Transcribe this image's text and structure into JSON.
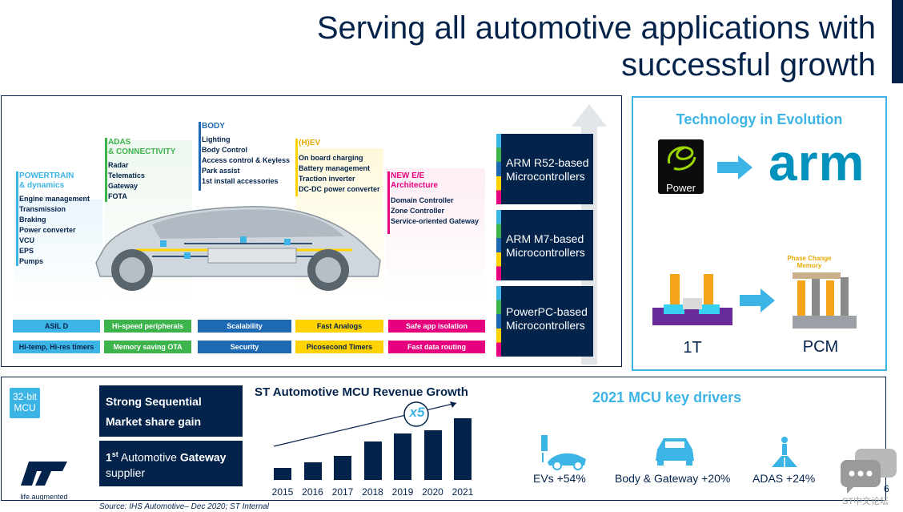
{
  "title": {
    "line1": "Serving all automotive applications with",
    "line2": "successful growth"
  },
  "columns": {
    "powertrain": {
      "head1": "POWERTRAIN",
      "head2": "& dynamics",
      "items": [
        "Engine management",
        "Transmission",
        "Braking",
        "Power converter",
        "VCU",
        "EPS",
        "Pumps"
      ]
    },
    "adas": {
      "head1": "ADAS",
      "head2": "& CONNECTIVITY",
      "items": [
        "Radar",
        "Telematics",
        "Gateway",
        "FOTA"
      ]
    },
    "body": {
      "head1": "BODY",
      "items": [
        "Lighting",
        "Body Control",
        "Access control & Keyless",
        "Park assist",
        "1st install accessories"
      ]
    },
    "hev": {
      "head1": "(H)EV",
      "items": [
        "On board charging",
        "Battery management",
        "Traction inverter",
        "DC-DC power converter"
      ]
    },
    "newee": {
      "head1": "NEW E/E",
      "head2": "Architecture",
      "items": [
        "Domain Controller",
        "Zone Controller",
        "Service-oriented Gateway"
      ]
    }
  },
  "capabilities": {
    "row1": [
      "ASIL D",
      "Hi-speed peripherals",
      "Scalability",
      "Fast Analogs",
      "Safe app isolation"
    ],
    "row2": [
      "Hi-temp, Hi-res timers",
      "Memory saving OTA",
      "Security",
      "Picosecond Timers",
      "Fast data routing"
    ]
  },
  "mcu_boxes": [
    {
      "label": "ARM R52-based Microcontrollers"
    },
    {
      "label": "ARM M7-based Microcontrollers"
    },
    {
      "label": "PowerPC-based Microcontrollers"
    }
  ],
  "technology": {
    "title": "Technology in Evolution",
    "power_label": "Power",
    "arm_label": "arm",
    "pcm_diagram_label": "Phase Change Memory",
    "left_label": "1T",
    "right_label": "PCM"
  },
  "bottom": {
    "badge": "32-bit MCU",
    "box1": "Strong Sequential Market share gain",
    "box2_sup": "st",
    "box2_pre": "1",
    "box2_mid": " Automotive ",
    "box2_bold": "Gateway",
    "box2_end": "supplier",
    "logo_tag": "life.augmented",
    "source": "Source: IHS Automotive– Dec 2020; ST Internal",
    "page_number": "6"
  },
  "chart_data": {
    "type": "bar",
    "title": "ST Automotive MCU Revenue Growth",
    "categories": [
      "2015",
      "2016",
      "2017",
      "2018",
      "2019",
      "2020",
      "2021"
    ],
    "values": [
      1.0,
      1.45,
      1.95,
      3.1,
      3.8,
      4.05,
      5.0
    ],
    "annotation": "x5",
    "xlabel": "",
    "ylabel": "",
    "ylim": [
      0,
      5.2
    ]
  },
  "drivers": {
    "title": "2021 MCU key drivers",
    "items": [
      {
        "icon": "ev-car-icon",
        "label": "EVs +54%"
      },
      {
        "icon": "car-body-icon",
        "label": "Body & Gateway +20%"
      },
      {
        "icon": "adas-road-icon",
        "label": "ADAS +24%"
      }
    ]
  },
  "watermark": "ST中文论坛",
  "colors": {
    "navy": "#03234b",
    "light_blue": "#3cb4e6",
    "green": "#3cb44b",
    "blue": "#1e69b4",
    "yellow": "#ffd200",
    "pink": "#e6007e"
  }
}
